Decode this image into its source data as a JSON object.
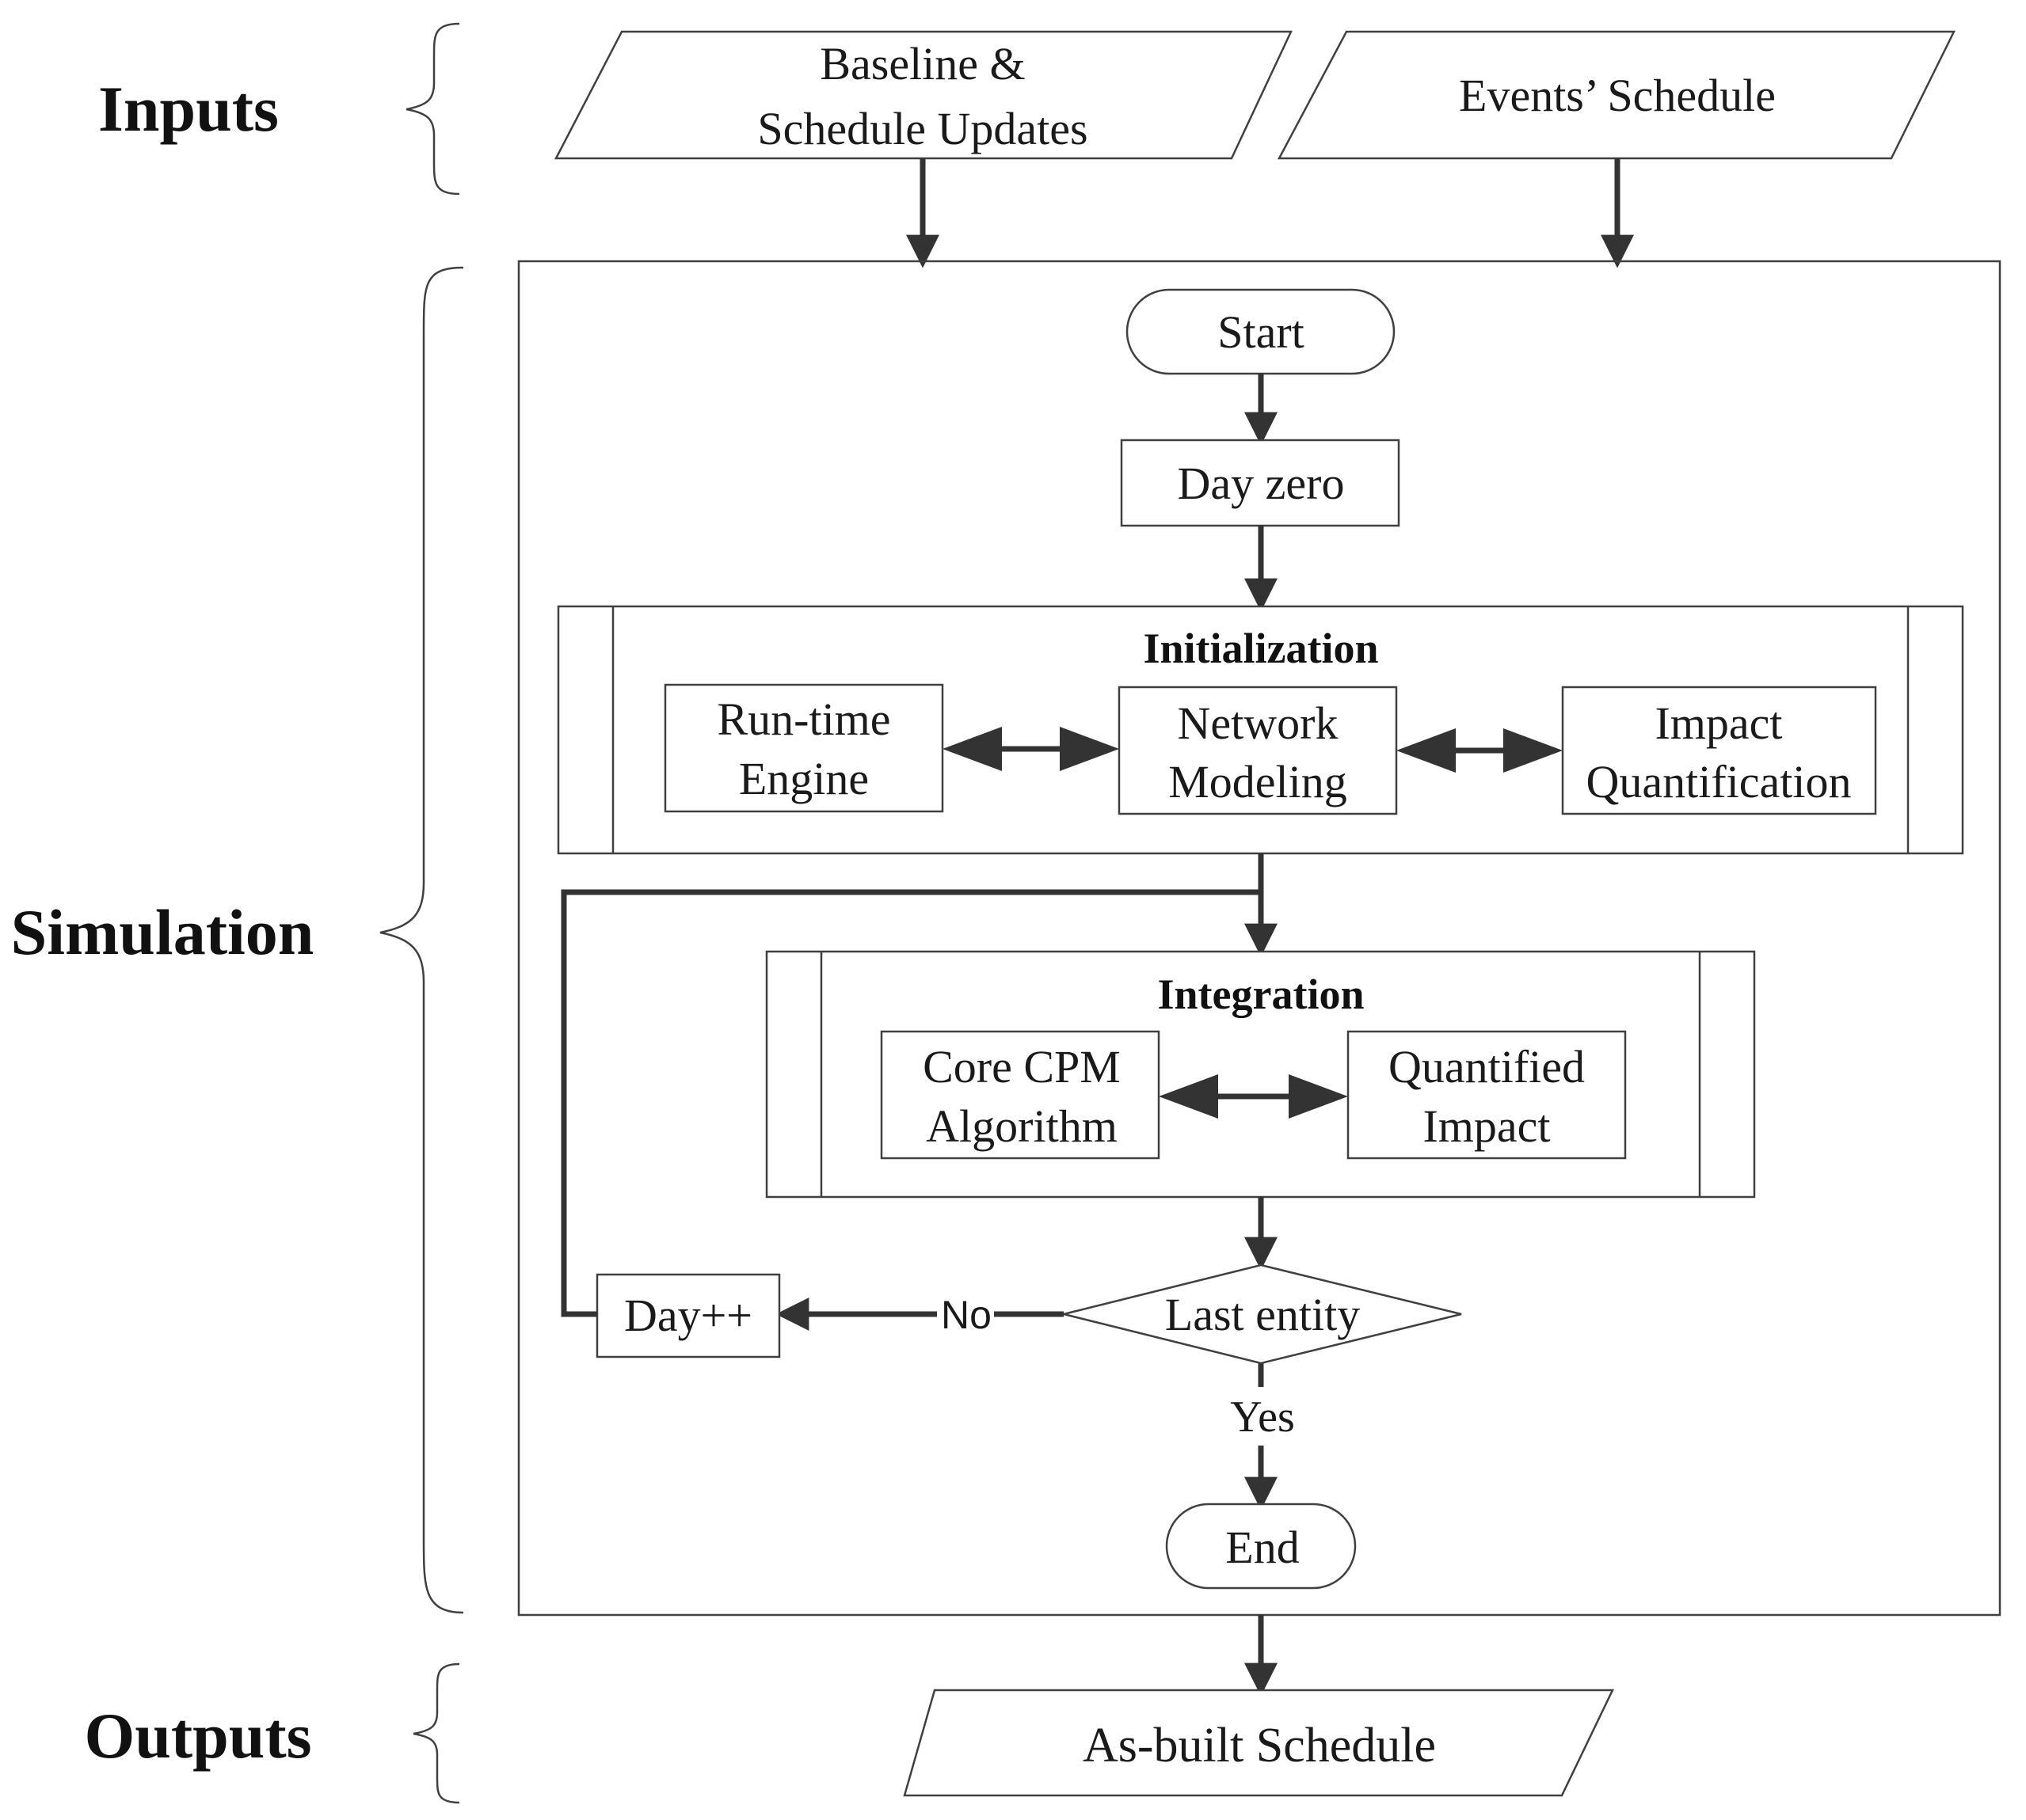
{
  "sections": {
    "inputs": "Inputs",
    "simulation": "Simulation",
    "outputs": "Outputs"
  },
  "inputs": {
    "baseline": [
      "Baseline &",
      "Schedule Updates"
    ],
    "events": "Events’ Schedule"
  },
  "simulation": {
    "start": "Start",
    "day_zero": "Day zero",
    "initialization": {
      "title": "Initialization",
      "run_time_engine": [
        "Run-time",
        "Engine"
      ],
      "network_modeling": [
        "Network",
        "Modeling"
      ],
      "impact_quantification": [
        "Impact",
        "Quantification"
      ]
    },
    "integration": {
      "title": "Integration",
      "core_cpm": [
        "Core CPM",
        "Algorithm"
      ],
      "quantified_impact": [
        "Quantified",
        "Impact"
      ]
    },
    "decision": "Last entity",
    "day_increment": "Day++",
    "no_label": "No",
    "yes_label": "Yes",
    "end": "End"
  },
  "outputs": {
    "as_built": "As-built Schedule"
  },
  "colors": {
    "stroke": "#404040",
    "arrow": "#333333",
    "text": "#1a1a1a"
  }
}
